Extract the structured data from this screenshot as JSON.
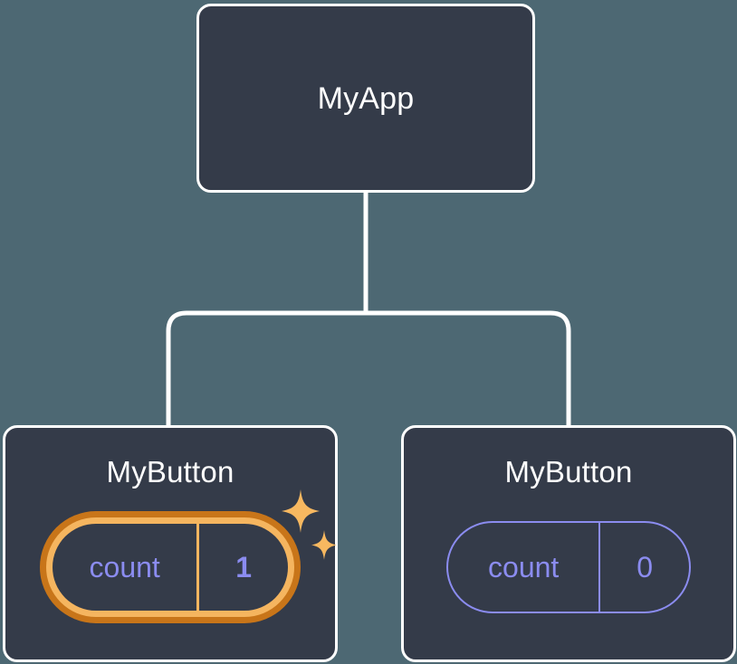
{
  "canvas": {
    "background_color": "#4d6873",
    "node_fill_color": "#343b49",
    "node_border_color": "#ffffff",
    "connector_color": "#ffffff",
    "accent_purple": "#8b8cf0",
    "accent_orange_outer": "#c87519",
    "accent_orange_inner": "#f5b55f"
  },
  "tree": {
    "root": {
      "title": "MyApp"
    },
    "children": [
      {
        "title": "MyButton",
        "state": {
          "key": "count",
          "value": "1"
        },
        "highlighted": true,
        "sparkle_icons": [
          "sparkle-large-icon",
          "sparkle-small-icon"
        ]
      },
      {
        "title": "MyButton",
        "state": {
          "key": "count",
          "value": "0"
        },
        "highlighted": false
      }
    ]
  }
}
